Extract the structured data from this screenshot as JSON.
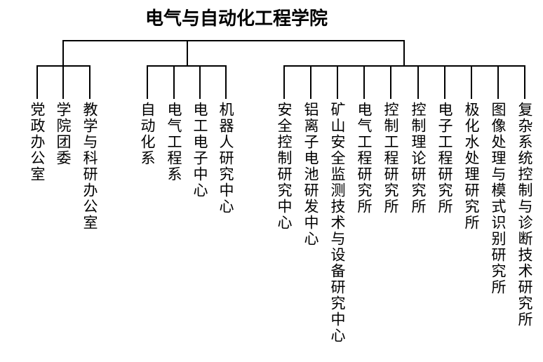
{
  "title": "电气与自动化工程学院",
  "groups": [
    {
      "id": "offices",
      "items": [
        "党政办公室",
        "学院团委",
        "教学与科研办公室"
      ]
    },
    {
      "id": "departments",
      "items": [
        "自动化系",
        "电气工程系",
        "电工电子中心",
        "机器人研究中心"
      ]
    },
    {
      "id": "research-institutes",
      "items": [
        "安全控制研究中心",
        "铝离子电池研发中心",
        "矿山安全监测技术与设备研究中心",
        "电气工程研究所",
        "控制工程研究所",
        "控制理论研究所",
        "电子工程研究所",
        "极化水处理研究所",
        "图像处理与模式识别研究所",
        "复杂系统控制与诊断技术研究所"
      ]
    }
  ],
  "colors": {
    "line": "#000000",
    "text": "#000000",
    "background": "#ffffff"
  }
}
